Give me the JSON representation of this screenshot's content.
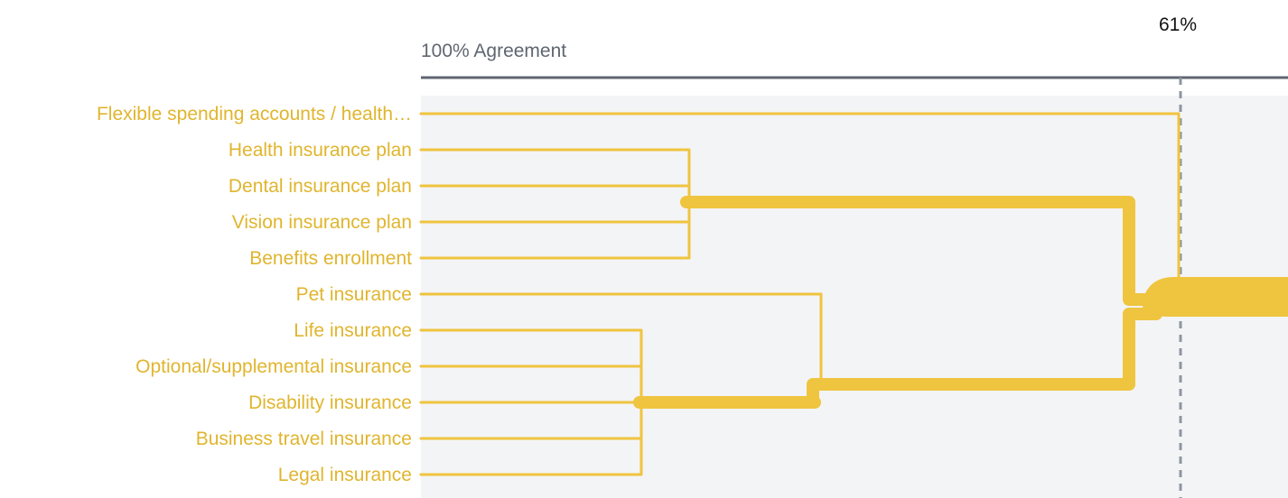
{
  "header": {
    "left_label": "100% Agreement",
    "threshold_label": "61%"
  },
  "colors": {
    "branch": "#efc43f",
    "axis": "#5f6670",
    "panel": "#f3f4f6",
    "threshold": "#8d96a0",
    "label": "#e0b52e"
  },
  "items": [
    "Flexible spending accounts / health…",
    "Health insurance plan",
    "Dental insurance plan",
    "Vision insurance plan",
    "Benefits enrollment",
    "Pet insurance",
    "Life insurance",
    "Optional/supplemental insurance",
    "Disability insurance",
    "Business travel insurance",
    "Legal insurance"
  ]
}
